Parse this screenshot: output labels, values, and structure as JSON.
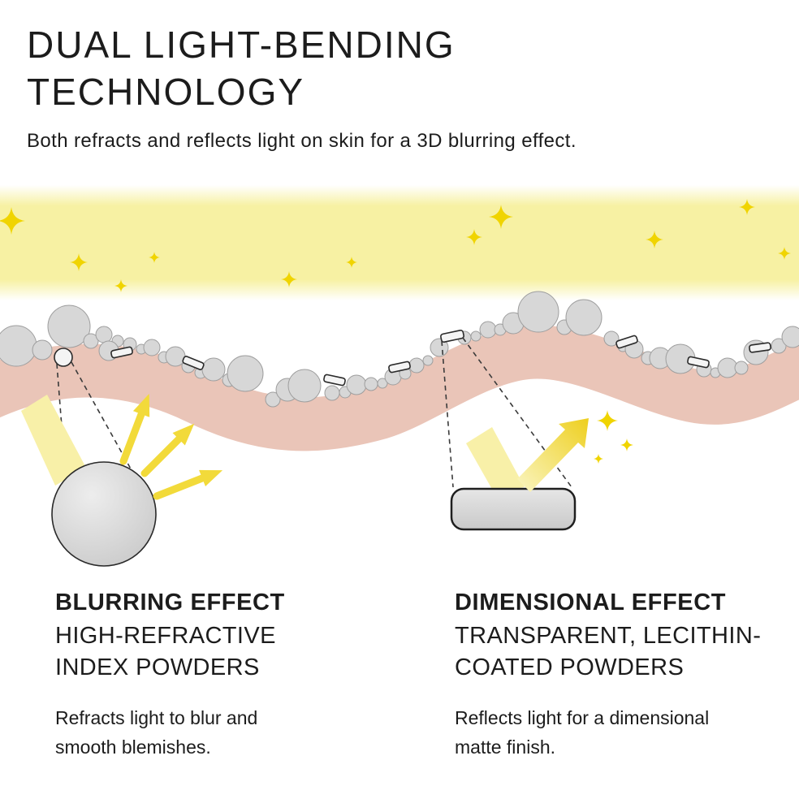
{
  "header": {
    "title_line1": "DUAL LIGHT-BENDING",
    "title_line2": "TECHNOLOGY",
    "subtitle": "Both refracts and reflects light on skin for a 3D blurring effect."
  },
  "columns": {
    "left": {
      "heading": "BLURRING EFFECT",
      "subheading": [
        "HIGH-REFRACTIVE",
        "INDEX POWDERS"
      ],
      "body": [
        "Refracts light to blur and",
        "smooth blemishes."
      ]
    },
    "right": {
      "heading": "DIMENSIONAL EFFECT",
      "subheading": [
        "TRANSPARENT, LECITHIN-",
        "COATED POWDERS"
      ],
      "body": [
        "Reflects light for a dimensional",
        "matte finish."
      ]
    }
  },
  "icons": {
    "sparkle": "four-point-star",
    "refraction_arrows": "three-radiating-arrows",
    "reflection_arrow": "bounce-arrow"
  },
  "colors": {
    "text": "#1c1c1c",
    "glow": "#f7f1a3",
    "sparkle": "#f0d400",
    "skin": "#eac5b8",
    "powder_fill": "#d7d7d7",
    "powder_stroke": "#9e9e9e",
    "flake_fill": "#f4f4f4",
    "outline": "#2a2a2a",
    "beam": "#f8f0a8",
    "arrow": "#f2da3a"
  }
}
